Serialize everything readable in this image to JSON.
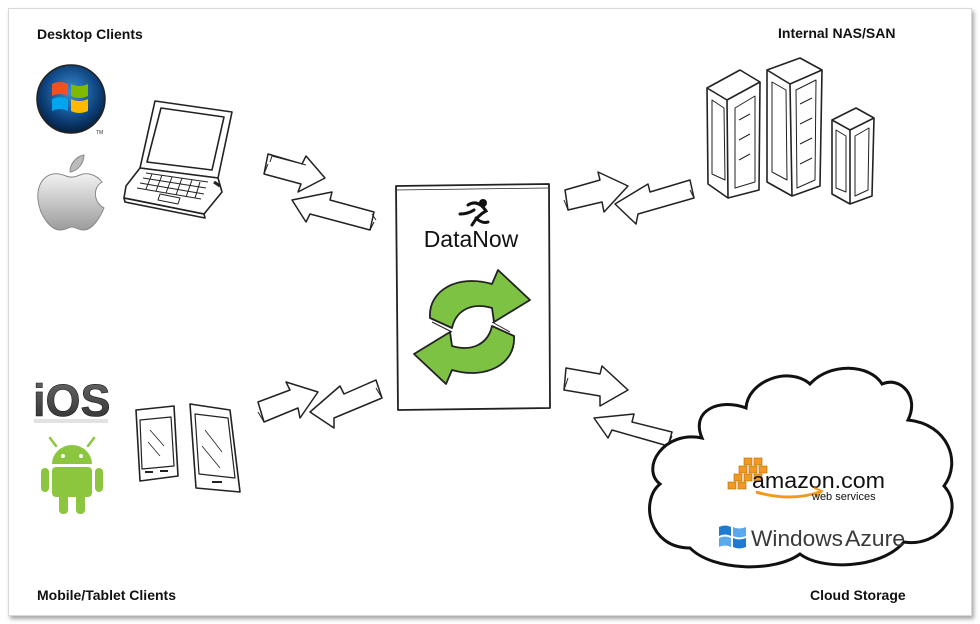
{
  "labels": {
    "desktop_clients": "Desktop Clients",
    "internal_storage": "Internal NAS/SAN",
    "mobile_clients": "Mobile/Tablet Clients",
    "cloud_storage": "Cloud Storage"
  },
  "hub": {
    "brand": "DataNow"
  },
  "logos": {
    "ios": "iOS",
    "amazon_name": "amazon.com",
    "amazon_sub": "web services",
    "windows": "Windows",
    "azure": "Azure",
    "trademark": "TM"
  },
  "colors": {
    "sync_green": "#7dc242",
    "android_green": "#8cc63f",
    "amazon_orange": "#f29a1f",
    "windows_blue": "#1f7bd1"
  }
}
